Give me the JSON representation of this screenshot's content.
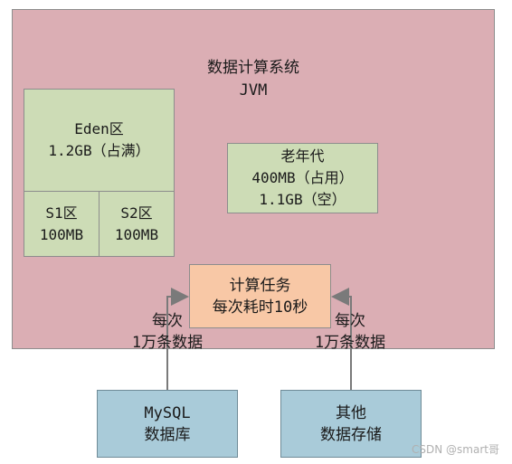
{
  "system": {
    "title_line1": "数据计算系统",
    "title_line2": "JVM"
  },
  "eden": {
    "line1": "Eden区",
    "line2": "1.2GB（占满）"
  },
  "s1": {
    "line1": "S1区",
    "line2": "100MB"
  },
  "s2": {
    "line1": "S2区",
    "line2": "100MB"
  },
  "old_gen": {
    "line1": "老年代",
    "line2": "400MB（占用）",
    "line3": "1.1GB（空）"
  },
  "task": {
    "line1": "计算任务",
    "line2": "每次耗时10秒"
  },
  "mysql": {
    "line1": "MySQL",
    "line2": "数据库"
  },
  "other_storage": {
    "line1": "其他",
    "line2": "数据存储"
  },
  "edge_left": {
    "line1": "每次",
    "line2": "1万条数据"
  },
  "edge_right": {
    "line1": "每次",
    "line2": "1万条数据"
  },
  "watermark": "CSDN @smart哥"
}
